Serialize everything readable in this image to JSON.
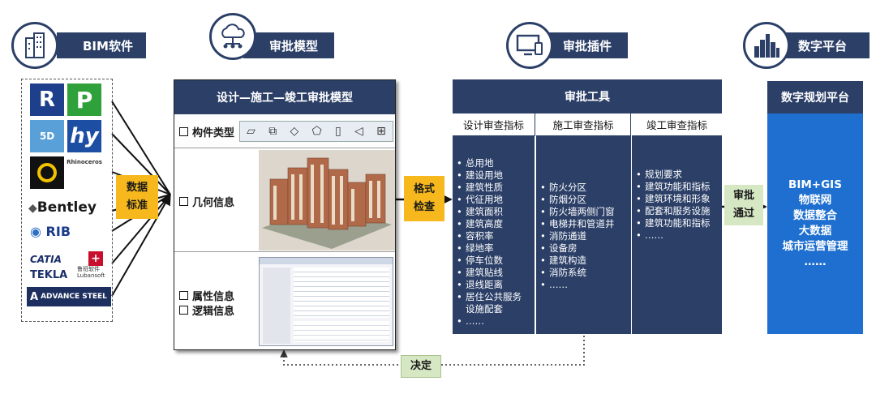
{
  "sections": {
    "bim": "BIM软件",
    "model": "审批模型",
    "plugin": "审批插件",
    "platform": "数字平台"
  },
  "software_logos": [
    "Bentley",
    "RIB",
    "CATIA",
    "TEKLA",
    "ADVANCE STEEL",
    "Rhinoceros",
    "鲁班软件",
    "Lubansoft"
  ],
  "badges": {
    "data_standard": [
      "数据",
      "标准"
    ],
    "format_check": [
      "格式",
      "检查"
    ],
    "approval_pass": [
      "审批",
      "通过"
    ],
    "decision": "决定"
  },
  "model_panel": {
    "title": "设计—施工—竣工审批模型",
    "rows": [
      "构件类型",
      "几何信息",
      "属性信息",
      "逻辑信息"
    ]
  },
  "tool": {
    "title": "审批工具",
    "columns": [
      {
        "header": "设计审查指标",
        "items": [
          "总用地",
          "建设用地",
          "建筑性质",
          "代征用地",
          "建筑面积",
          "建筑高度",
          "容积率",
          "绿地率",
          "停车位数",
          "建筑贴线",
          "退线距离",
          "居住公共服务设施配套",
          "……"
        ]
      },
      {
        "header": "施工审查指标",
        "items": [
          "防火分区",
          "防烟分区",
          "防火墙两侧门窗",
          "电梯井和管道井",
          "消防通道",
          "设备房",
          "建筑构造",
          "消防系统",
          "……"
        ]
      },
      {
        "header": "竣工审查指标",
        "items": [
          "规划要求",
          "建筑功能和指标",
          "建筑环境和形象",
          "配套和服务设施",
          "建筑功能和指标",
          "……"
        ]
      }
    ]
  },
  "platform": {
    "title": "数字规划平台",
    "items": [
      "BIM+GIS",
      "物联网",
      "数据整合",
      "大数据",
      "城市运营管理",
      "……"
    ]
  },
  "colors": {
    "navy": "#2b3f67",
    "accent_blue": "#1e6fd0",
    "yellow": "#f6b81c",
    "green": "#d6e7c4"
  }
}
